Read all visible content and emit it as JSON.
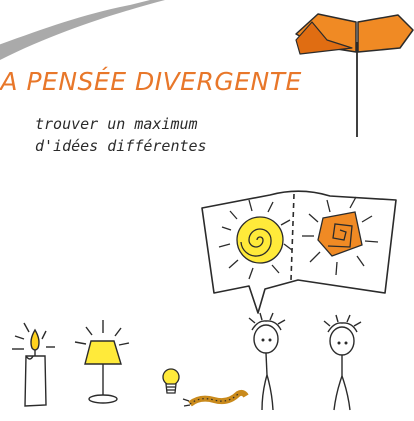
{
  "title": "LA PENSÉE DIVERGENTE",
  "subtitle": {
    "line1": "trouver un maximum",
    "line2": "d'idées différentes"
  },
  "colors": {
    "accent": "#e8772a",
    "sun_yellow": "#ffea3a",
    "signpost_orange": "#f08a24",
    "ink": "#2b2b2b"
  },
  "icons": [
    "signpost-icon",
    "speech-bubble-icon",
    "sun-spiral-icon",
    "sun-square-icon",
    "candle-icon",
    "lamp-icon",
    "bulb-icon",
    "worm-icon",
    "person-icon"
  ]
}
